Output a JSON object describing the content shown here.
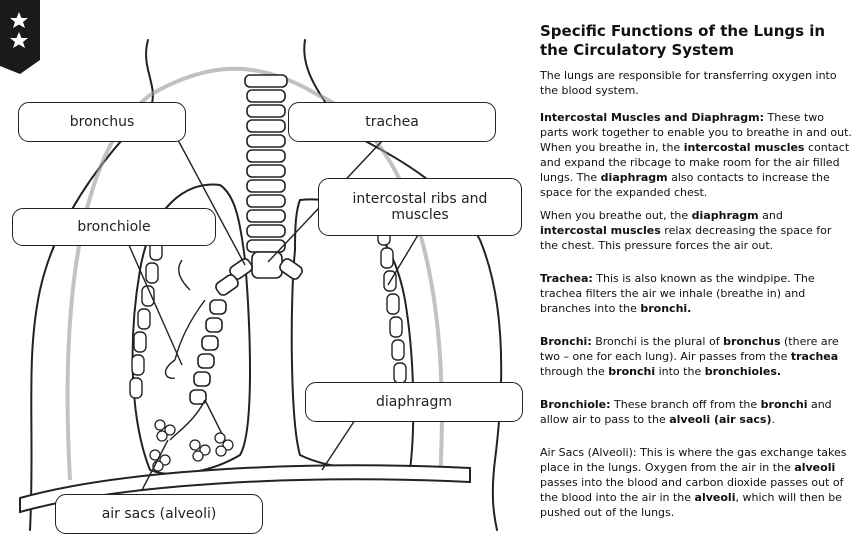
{
  "labels": {
    "bronchus": "bronchus",
    "trachea": "trachea",
    "bronchiole": "bronchiole",
    "intercostal": "intercostal ribs and muscles",
    "diaphragm": "diaphragm",
    "air_sacs": "air sacs (alveoli)"
  },
  "badge": {
    "icon": "two-stars-icon",
    "color": "#1a1a1a"
  },
  "panel": {
    "title": "Specific Functions of the Lungs in the Circulatory System",
    "intro": "The lungs are responsible for transferring oxygen into the blood system.",
    "p1": {
      "bold1": "Intercostal Muscles and Diaphragm:",
      "t1": " These two parts work together to enable you to breathe in and out. When you breathe in, the ",
      "bold2": "intercostal muscles",
      "t2": " contact and expand the ribcage to make room for the air filled lungs. The ",
      "bold3": "diaphragm",
      "t3": " also contacts to increase the space for the expanded chest."
    },
    "p2": {
      "t1": "When you breathe out, the ",
      "bold1": "diaphragm",
      "t2": " and ",
      "bold2": "intercostal muscles",
      "t3": " relax decreasing the space for the chest. This pressure forces the air out."
    },
    "p3": {
      "bold1": "Trachea:",
      "t1": " This is also known as the windpipe. The trachea filters the air we inhale (breathe in) and branches into the ",
      "bold2": "bronchi."
    },
    "p4": {
      "bold1": "Bronchi:",
      "t1": " Bronchi is the plural of ",
      "bold2": "bronchus",
      "t2": " (there are two – one for each lung). Air passes from the ",
      "bold3": "trachea",
      "t3": " through the ",
      "bold4": "bronchi",
      "t4": " into the ",
      "bold5": "bronchioles."
    },
    "p5": {
      "bold1": "Bronchiole:",
      "t1": " These branch off from the ",
      "bold2": "bronchi",
      "t2": " and allow air to pass to the ",
      "bold3": "alveoli (air sacs)",
      "t3": "."
    },
    "p6": {
      "t1": "Air Sacs (Alveoli): This is where the gas exchange takes place in the lungs. Oxygen from the air in the ",
      "bold1": "alveoli",
      "t2": " passes into the blood and carbon dioxide passes out of the blood into the air in the ",
      "bold2": "alveoli",
      "t3": ", which will then be pushed out of the lungs."
    }
  }
}
